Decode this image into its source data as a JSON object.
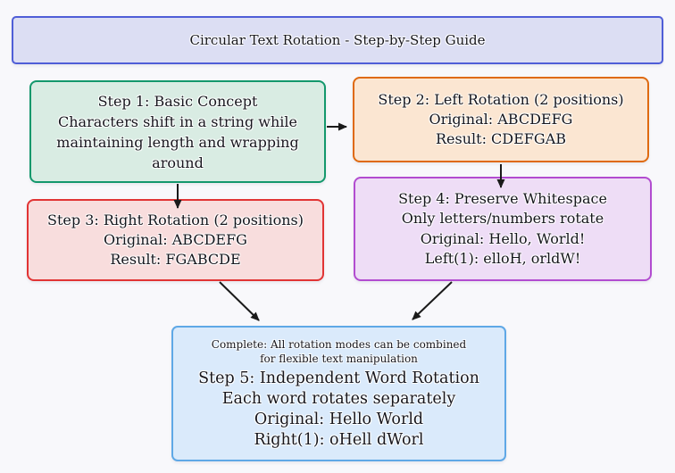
{
  "diagram": {
    "title": "Circular Text Rotation - Step-by-Step Guide",
    "background_color": "#f8f8fb",
    "arrow_color": "#1a1a1a",
    "title_banner": {
      "text": "Circular Text Rotation - Step-by-Step Guide",
      "fill": "#dcdef3",
      "border": "#4f5ed7"
    },
    "nodes": {
      "step1": {
        "lines": [
          "Step 1: Basic Concept",
          "Characters shift in a string while",
          "maintaining length and wrapping",
          "around"
        ],
        "fill": "#d9ece3",
        "border": "#13986c"
      },
      "step2": {
        "lines": [
          "Step 2: Left Rotation (2 positions)",
          "Original: ABCDEFG",
          "Result: CDEFGAB"
        ],
        "fill": "#fbe6d2",
        "border": "#df6a10"
      },
      "step3": {
        "lines": [
          "Step 3: Right Rotation (2 positions)",
          "Original: ABCDEFG",
          "Result: FGABCDE"
        ],
        "fill": "#f8dddd",
        "border": "#e13434"
      },
      "step4": {
        "lines": [
          "Step 4: Preserve Whitespace",
          "Only letters/numbers rotate",
          "Original: Hello, World!",
          "Left(1): elloH, orldW!"
        ],
        "fill": "#eeddf6",
        "border": "#b24cd0"
      },
      "step5": {
        "note_lines": [
          "Complete: All rotation modes can be combined",
          "for flexible text manipulation"
        ],
        "lines": [
          "Step 5: Independent Word Rotation",
          "Each word rotates separately",
          "Original: Hello World",
          "Right(1): oHell dWorl"
        ],
        "fill": "#daeafb",
        "border": "#5fa8e6"
      }
    },
    "edges": [
      {
        "from": "step1",
        "to": "step2"
      },
      {
        "from": "step1",
        "to": "step3"
      },
      {
        "from": "step2",
        "to": "step4"
      },
      {
        "from": "step3",
        "to": "step5"
      },
      {
        "from": "step4",
        "to": "step5"
      }
    ]
  }
}
